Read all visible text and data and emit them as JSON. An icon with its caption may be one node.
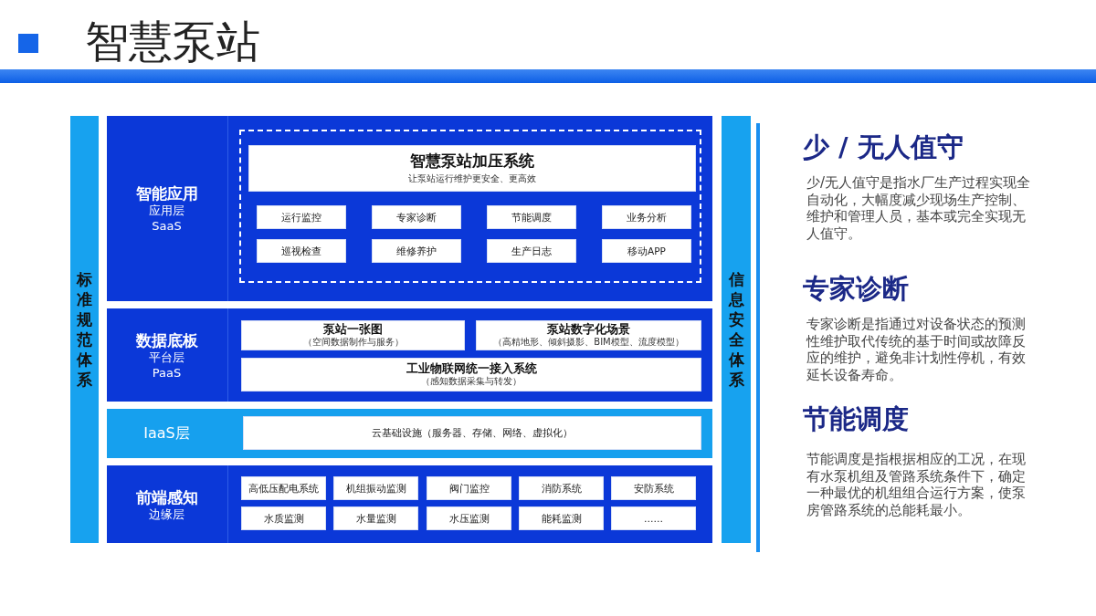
{
  "diagram": {
    "title": "智慧泵站",
    "nodes": [
      {
        "text": [
          "标准规范体系"
        ]
      },
      {
        "text": [
          "智能应用",
          "应用层",
          "SaaS"
        ]
      },
      {
        "text": [],
        "shape": "box",
        "in": 1
      },
      {
        "text": [
          "智慧泵站加压系统",
          "让泵站运行维护更安全、更高效"
        ],
        "in": 2
      },
      {
        "text": [
          "运行监控"
        ],
        "in": 2
      },
      {
        "text": [
          "专家诊断"
        ],
        "in": 2
      },
      {
        "text": [
          "节能调度"
        ],
        "in": 2
      },
      {
        "text": [
          "业务分析"
        ],
        "in": 2
      },
      {
        "text": [
          "巡视检查"
        ],
        "in": 2
      },
      {
        "text": [
          "维修养护"
        ],
        "in": 2
      },
      {
        "text": [
          "生产日志"
        ],
        "in": 2
      },
      {
        "text": [
          "移动APP"
        ],
        "in": 2
      },
      {
        "text": [
          "数据底板",
          "平台层",
          "PaaS"
        ]
      },
      {
        "text": [
          "泵站一张图",
          "（空间数据制作与服务）"
        ],
        "in": 12
      },
      {
        "text": [
          "泵站数字化场景",
          "（高精地形、倾斜摄影、BIM模型、流度模型）"
        ],
        "in": 12
      },
      {
        "text": [
          "工业物联网统一接入系统",
          "（感知数据采集与转发）"
        ],
        "in": 12
      },
      {
        "text": [
          "IaaS层"
        ]
      },
      {
        "text": [
          "云基础设施（服务器、存储、网络、虚拟化）"
        ],
        "in": 16
      },
      {
        "text": [
          "前端感知",
          "边缘层"
        ]
      },
      {
        "text": [
          "高低压配电系统"
        ],
        "in": 18
      },
      {
        "text": [
          "机组振动监测"
        ],
        "in": 18
      },
      {
        "text": [
          "阀门监控"
        ],
        "in": 18
      },
      {
        "text": [
          "消防系统"
        ],
        "in": 18
      },
      {
        "text": [
          "安防系统"
        ],
        "in": 18
      },
      {
        "text": [
          "水质监测"
        ],
        "in": 18
      },
      {
        "text": [
          "水量监测"
        ],
        "in": 18
      },
      {
        "text": [
          "水压监测"
        ],
        "in": 18
      },
      {
        "text": [
          "能耗监测"
        ],
        "in": 18
      },
      {
        "text": [
          "……"
        ],
        "in": 18
      },
      {
        "text": [
          "信息安全体系"
        ]
      }
    ],
    "labels": [
      "少 / 无人值守",
      "少/无人值守是指水厂生产过程实现全自动化，大幅度减少现场生产控制、维护和管理人员，基本或完全实现无人值守。",
      "专家诊断",
      "专家诊断是指通过对设备状态的预测性维护取代传统的基于时间或故障反应的维护，避免非计划性停机，有效延长设备寿命。",
      "节能调度",
      "节能调度是指根据相应的工况，在现有水泵机组及管路系统条件下，确定一种最优的机组组合运行方案，使泵房管路系统的总能耗最小。"
    ]
  }
}
